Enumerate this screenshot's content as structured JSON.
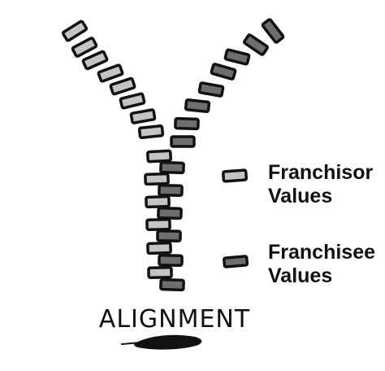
{
  "diagram": {
    "caption": "ALIGNMENT",
    "legend": [
      {
        "id": "franchisor",
        "line1": "Franchisor",
        "line2": "Values",
        "fill": "#c4c4c4"
      },
      {
        "id": "franchisee",
        "line1": "Franchisee",
        "line2": "Values",
        "fill": "#6e6e6e"
      }
    ],
    "colors": {
      "outline": "#111111",
      "background": "#ffffff",
      "light_tooth": "#c4c4c4",
      "dark_tooth": "#6e6e6e"
    }
  }
}
